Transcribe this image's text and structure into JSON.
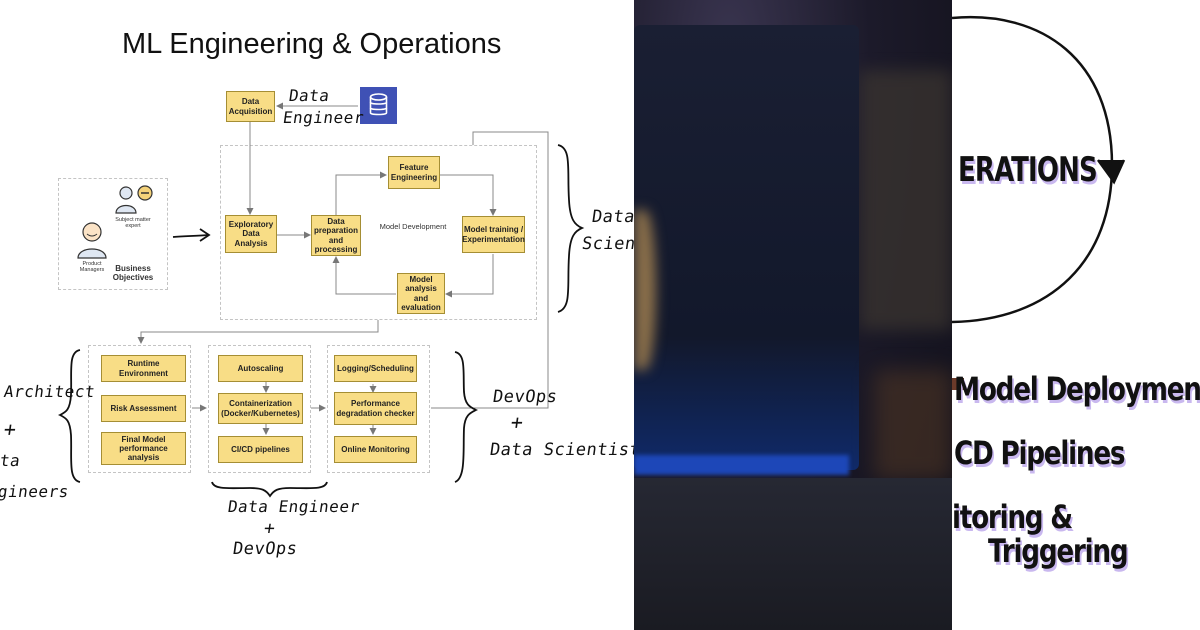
{
  "diagram": {
    "title": "ML Engineering & Operations",
    "data_acquisition": "Data Acquisition",
    "exploratory": "Exploratory Data Analysis",
    "data_prep": "Data preparation and processing",
    "feature_engineering": "Feature Engineering",
    "model_training": "Model training / Experimentation",
    "model_analysis": "Model analysis and evaluation",
    "model_development": "Model Development",
    "sme": "Subject matter expert",
    "pm": "Product Managers",
    "business_objectives": "Business Objectives",
    "runtime_env": "Runtime Environment",
    "risk_assessment": "Risk Assessment",
    "final_model": "Final Model performance analysis",
    "autoscaling": "Autoscaling",
    "containerization": "Containerization (Docker/Kubernetes)",
    "cicd": "CI/CD pipelines",
    "logging": "Logging/Scheduling",
    "perf_checker": "Performance degradation checker",
    "online_monitoring": "Online Monitoring"
  },
  "handwriting": {
    "data_engineer_top_1": "Data",
    "data_engineer_top_2": "Engineer",
    "data_scientist_1": "Data",
    "data_scientist_2": "Scien",
    "architect": "Architect",
    "plus_left": "+",
    "data_left": "ta",
    "engineers_left": "gineers",
    "devops": "DevOps",
    "plus_right": "+",
    "data_scientist_right": "Data Scientist",
    "data_engineer_bottom": "Data Engineer",
    "plus_bottom": "+",
    "devops_bottom": "DevOps"
  },
  "right_panel": {
    "operations": "ERATIONS",
    "model_deployment": "Model Deployment",
    "cicd_pipelines": "CD Pipelines",
    "monitoring": "itoring &",
    "triggering": "Triggering"
  },
  "colors": {
    "box_fill": "#f8dd86",
    "db_icon": "#3f51b5",
    "highlight": "#c9b8ef"
  }
}
